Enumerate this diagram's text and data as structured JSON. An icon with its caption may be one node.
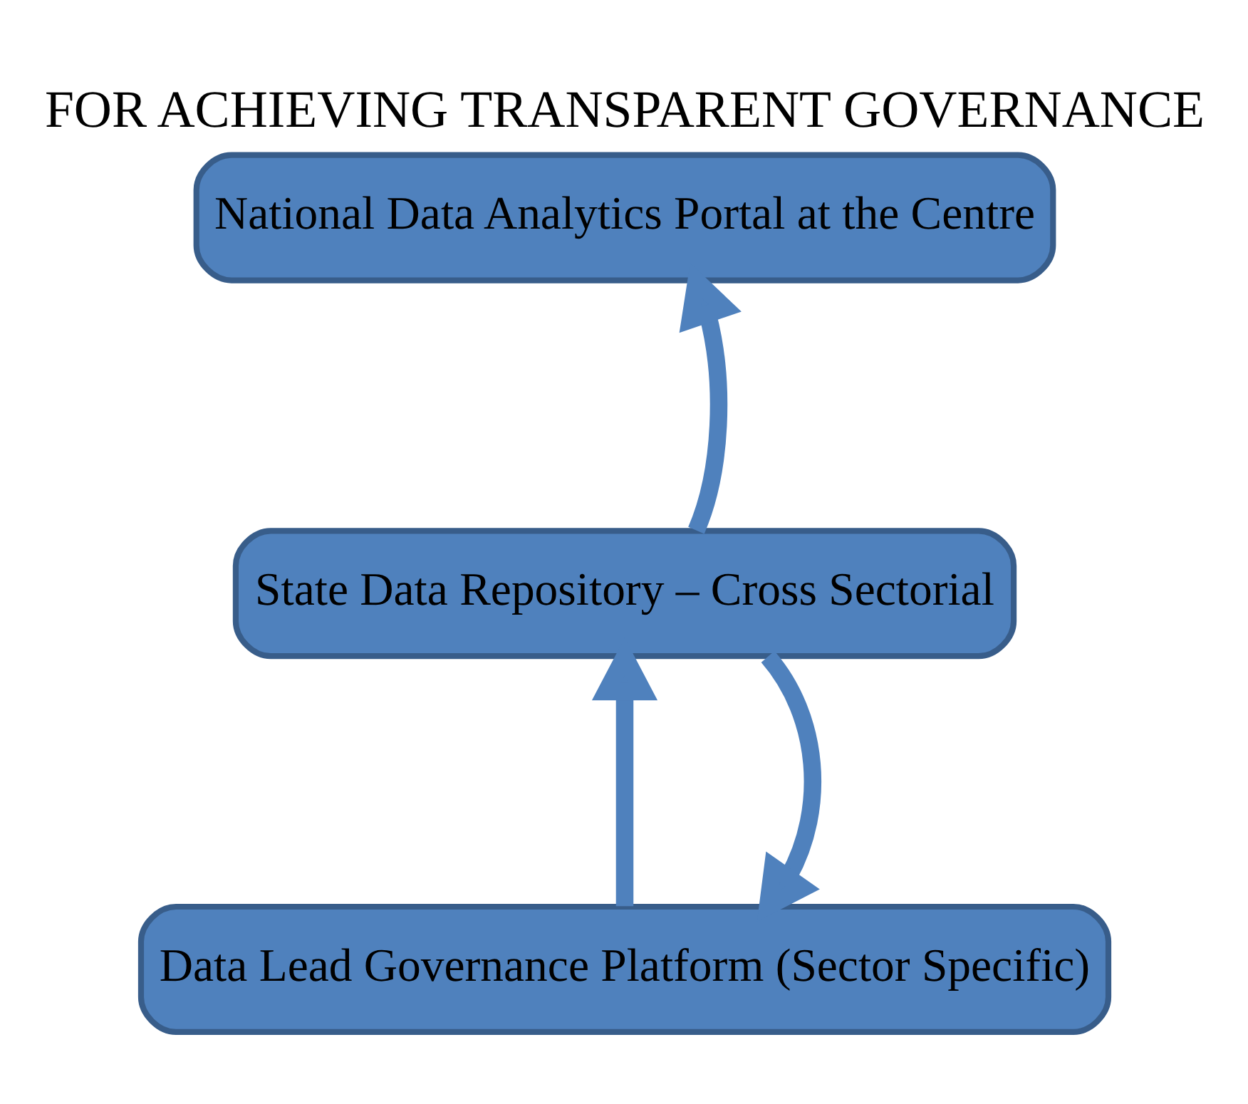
{
  "diagram": {
    "title": "FOR ACHIEVING TRANSPARENT GOVERNANCE",
    "nodes": [
      {
        "text": [
          "National Data Analytics Portal at the Centre"
        ]
      },
      {
        "text": [
          "State Data Repository – Cross Sectorial"
        ]
      },
      {
        "text": [
          "Data Lead Governance Platform (Sector Specific)"
        ]
      }
    ],
    "edges": [
      {
        "from": 1,
        "to": 0,
        "arrow": "to"
      },
      {
        "from": 2,
        "to": 1,
        "arrow": "to"
      },
      {
        "from": 1,
        "to": 2,
        "arrow": "to"
      }
    ]
  }
}
